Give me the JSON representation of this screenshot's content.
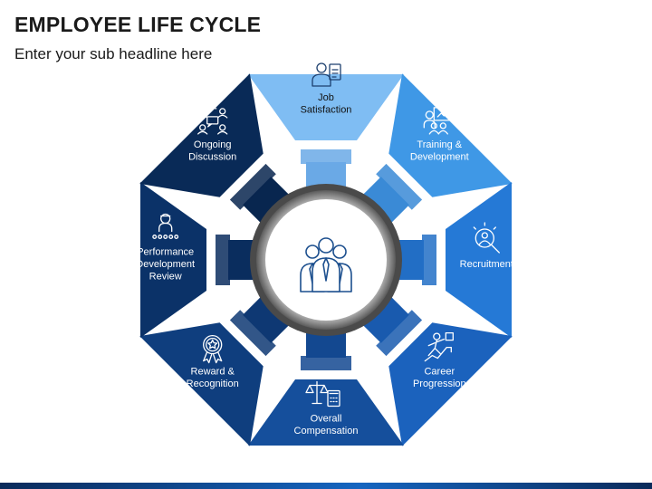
{
  "title": "EMPLOYEE LIFE CYCLE",
  "subtitle": "Enter your sub headline here",
  "center": {
    "icon": "team-icon"
  },
  "segments": [
    {
      "id": "job-satisfaction",
      "lines": [
        "Job",
        "Satisfaction"
      ],
      "icon": "employee-clipboard-icon",
      "color": "#7fbdf3",
      "arm": "#6aa9e6",
      "text_dark": true
    },
    {
      "id": "training-development",
      "lines": [
        "Training &",
        "Development"
      ],
      "icon": "presentation-icon",
      "color": "#3f98e6",
      "arm": "#3a8ad6",
      "text_dark": false
    },
    {
      "id": "recruitment",
      "lines": [
        "Recruitment"
      ],
      "icon": "search-person-icon",
      "color": "#2579d6",
      "arm": "#226ec5",
      "text_dark": false
    },
    {
      "id": "career-progression",
      "lines": [
        "Career",
        "Progression"
      ],
      "icon": "climbing-person-icon",
      "color": "#1b62bd",
      "arm": "#195aae",
      "text_dark": false
    },
    {
      "id": "overall-compensation",
      "lines": [
        "Overall",
        "Compensation"
      ],
      "icon": "scales-calculator-icon",
      "color": "#154f9c",
      "arm": "#134890",
      "text_dark": false
    },
    {
      "id": "reward-recognition",
      "lines": [
        "Reward &",
        "Recognition"
      ],
      "icon": "medal-icon",
      "color": "#0f3e7e",
      "arm": "#0e3873",
      "text_dark": false
    },
    {
      "id": "performance-development-review",
      "lines": [
        "Performance",
        "Development",
        "Review"
      ],
      "icon": "reviewer-icon",
      "color": "#0b3268",
      "arm": "#0a2d5e",
      "text_dark": false
    },
    {
      "id": "ongoing-discussion",
      "lines": [
        "Ongoing",
        "Discussion"
      ],
      "icon": "group-chat-icon",
      "color": "#092a57",
      "arm": "#08264f",
      "text_dark": false
    }
  ]
}
